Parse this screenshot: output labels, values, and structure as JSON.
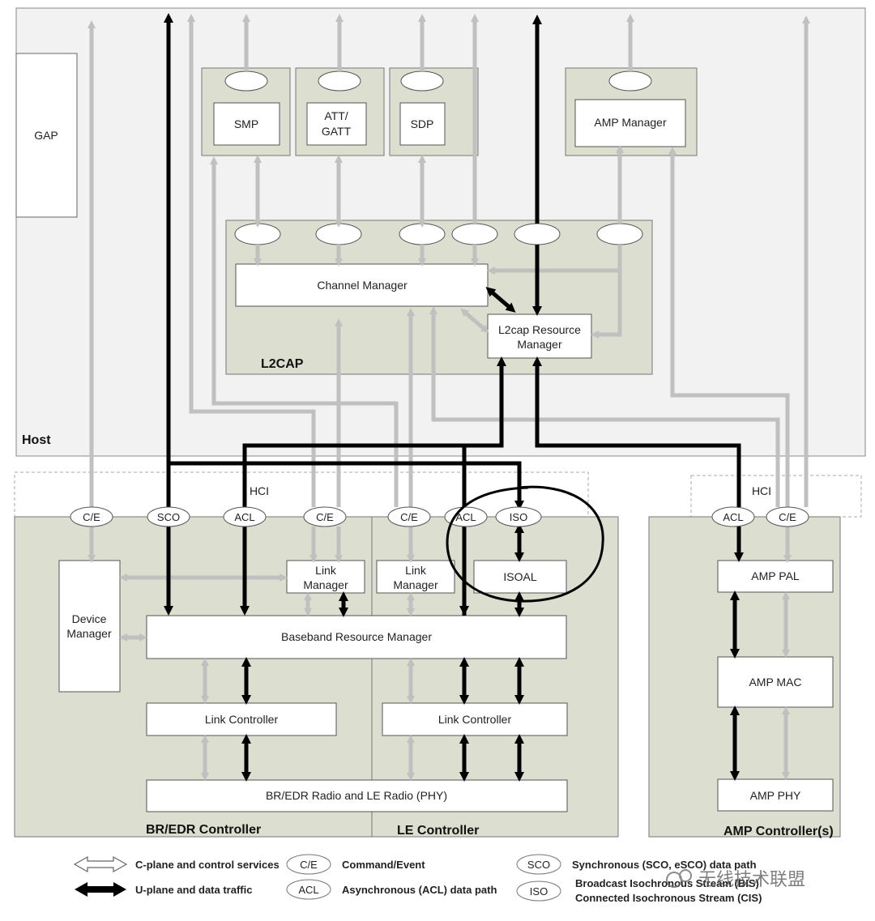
{
  "host": {
    "label": "Host",
    "gap_label": "GAP",
    "smp_label": "SMP",
    "att_label_line1": "ATT/",
    "att_label_line2": "GATT",
    "sdp_label": "SDP",
    "amp_manager_label": "AMP Manager",
    "l2cap": {
      "label": "L2CAP",
      "channel_manager_label": "Channel Manager",
      "resource_manager_line1": "L2cap Resource",
      "resource_manager_line2": "Manager"
    }
  },
  "hci": {
    "left_label": "HCI",
    "right_label": "HCI",
    "ports": {
      "ce1": "C/E",
      "sco": "SCO",
      "acl1": "ACL",
      "ce2": "C/E",
      "ce3": "C/E",
      "acl2": "ACL",
      "iso": "ISO",
      "amp_acl": "ACL",
      "amp_ce": "C/E"
    }
  },
  "bredr": {
    "label": "BR/EDR Controller",
    "device_manager_line1": "Device",
    "device_manager_line2": "Manager",
    "link_manager_line1": "Link",
    "link_manager_line2": "Manager",
    "baseband_label": "Baseband Resource Manager",
    "link_controller_label": "Link Controller",
    "radio_label": "BR/EDR Radio and LE Radio (PHY)"
  },
  "le": {
    "label": "LE Controller",
    "link_manager_line1": "Link",
    "link_manager_line2": "Manager",
    "isoal_label": "ISOAL",
    "link_controller_label": "Link Controller"
  },
  "amp": {
    "label": "AMP Controller(s)",
    "pal_label": "AMP PAL",
    "mac_label": "AMP MAC",
    "phy_label": "AMP PHY"
  },
  "legend": {
    "cplane_text": "C-plane and control services",
    "uplane_text": "U-plane and data traffic",
    "ce_badge": "C/E",
    "ce_text": "Command/Event",
    "acl_badge": "ACL",
    "acl_text": "Asynchronous (ACL) data path",
    "sco_badge": "SCO",
    "sco_text": "Synchronous (SCO, eSCO) data path",
    "iso_badge": "ISO",
    "iso_text_line1": "Broadcast Isochronous Stream (BIS)",
    "iso_text_line2": "Connected Isochronous Stream (CIS)"
  },
  "watermark": "无线技术联盟",
  "colors": {
    "host_bg": "#f2f2f2",
    "block_bg": "#dcdfcf",
    "grey_arrow": "#c0c0c0",
    "data_arrow": "#000000",
    "highlight_circle": "#000000"
  }
}
